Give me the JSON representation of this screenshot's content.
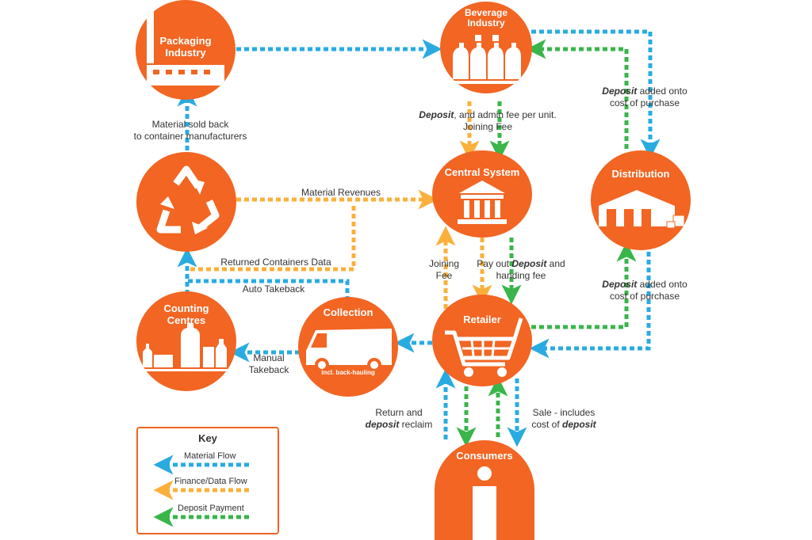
{
  "nodes": {
    "packaging": "Packaging Industry",
    "beverage": "Beverage Industry",
    "central": "Central System",
    "distribution": "Distribution",
    "recycling": "",
    "counting": "Counting Centres",
    "collection": "Collection",
    "collection_sub": "incl. back-hauling",
    "retailer": "Retailer",
    "consumers": "Consumers"
  },
  "labels": {
    "material_sold_1": "Material sold back",
    "material_sold_2": "to container manufacturers",
    "deposit_admin_bold": "Deposit",
    "deposit_admin_rest": ", and admin fee per unit.",
    "joining_fee_top": "Joining Fee",
    "deposit_added_top_bold": "Deposit",
    "deposit_added_top_rest": " added onto",
    "deposit_added_top_2": "cost of purchase",
    "material_revenues": "Material Revenues",
    "returned_containers": "Returned Containers Data",
    "auto_takeback": "Auto Takeback",
    "joining_fee_1": "Joining",
    "joining_fee_2": "Fee",
    "pay_out_1_pre": "Pay out ",
    "pay_out_1_bold": "Deposit",
    "pay_out_1_post": " and",
    "pay_out_2": "handing fee",
    "deposit_added_bot_bold": "Deposit",
    "deposit_added_bot_rest": " added onto",
    "deposit_added_bot_2": "cost of purchase",
    "manual_takeback_1": "Manual",
    "manual_takeback_2": "Takeback",
    "return_deposit_1": "Return and",
    "return_deposit_2_bold": "deposit",
    "return_deposit_2_rest": " reclaim",
    "sale_1": "Sale - includes",
    "sale_2_pre": "cost of ",
    "sale_2_bold": "deposit"
  },
  "key": {
    "title": "Key",
    "material_flow": "Material Flow",
    "finance_flow": "Finance/Data Flow",
    "deposit_payment": "Deposit Payment"
  },
  "colors": {
    "node": "#f26522",
    "material_flow": "#29abe2",
    "finance_flow": "#fbb03b",
    "deposit_payment": "#39b54a"
  }
}
